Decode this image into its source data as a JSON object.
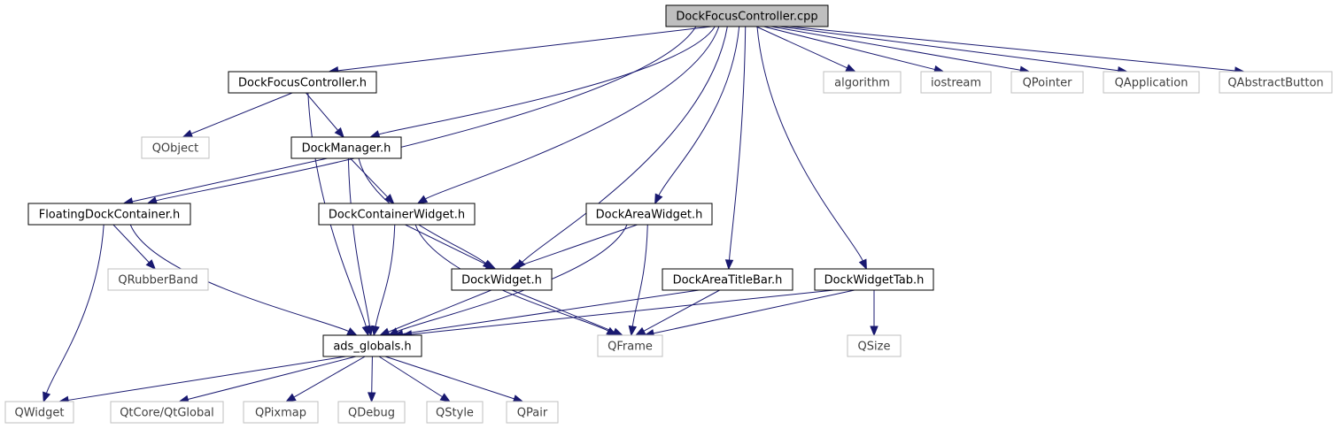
{
  "graph": {
    "colors": {
      "edge": "#191970",
      "root_fill": "#bfbfbf",
      "linked_border": "#000000",
      "external_border": "#bfbfbf",
      "linked_text": "#000000",
      "external_text": "#404040"
    },
    "nodes": [
      {
        "id": "root",
        "label": "DockFocusController.cpp",
        "kind": "root"
      },
      {
        "id": "dfc_h",
        "label": "DockFocusController.h",
        "kind": "linked"
      },
      {
        "id": "algorithm",
        "label": "algorithm",
        "kind": "external"
      },
      {
        "id": "iostream",
        "label": "iostream",
        "kind": "external"
      },
      {
        "id": "qpointer",
        "label": "QPointer",
        "kind": "external"
      },
      {
        "id": "qapplication",
        "label": "QApplication",
        "kind": "external"
      },
      {
        "id": "qabstractbutton",
        "label": "QAbstractButton",
        "kind": "external"
      },
      {
        "id": "qobject",
        "label": "QObject",
        "kind": "external"
      },
      {
        "id": "dockmanager",
        "label": "DockManager.h",
        "kind": "linked"
      },
      {
        "id": "floating",
        "label": "FloatingDockContainer.h",
        "kind": "linked"
      },
      {
        "id": "dockcontainer",
        "label": "DockContainerWidget.h",
        "kind": "linked"
      },
      {
        "id": "dockarea",
        "label": "DockAreaWidget.h",
        "kind": "linked"
      },
      {
        "id": "qrubberband",
        "label": "QRubberBand",
        "kind": "external"
      },
      {
        "id": "dockwidget",
        "label": "DockWidget.h",
        "kind": "linked"
      },
      {
        "id": "dockareatitle",
        "label": "DockAreaTitleBar.h",
        "kind": "linked"
      },
      {
        "id": "dockwidgettab",
        "label": "DockWidgetTab.h",
        "kind": "linked"
      },
      {
        "id": "adsglobals",
        "label": "ads_globals.h",
        "kind": "linked"
      },
      {
        "id": "qframe",
        "label": "QFrame",
        "kind": "external"
      },
      {
        "id": "qsize",
        "label": "QSize",
        "kind": "external"
      },
      {
        "id": "qwidget",
        "label": "QWidget",
        "kind": "external"
      },
      {
        "id": "qtglobal",
        "label": "QtCore/QtGlobal",
        "kind": "external"
      },
      {
        "id": "qpixmap",
        "label": "QPixmap",
        "kind": "external"
      },
      {
        "id": "qdebug",
        "label": "QDebug",
        "kind": "external"
      },
      {
        "id": "qstyle",
        "label": "QStyle",
        "kind": "external"
      },
      {
        "id": "qpair",
        "label": "QPair",
        "kind": "external"
      }
    ],
    "edges": [
      {
        "from": "root",
        "to": "dfc_h"
      },
      {
        "from": "root",
        "to": "algorithm"
      },
      {
        "from": "root",
        "to": "iostream"
      },
      {
        "from": "root",
        "to": "qpointer"
      },
      {
        "from": "root",
        "to": "qapplication"
      },
      {
        "from": "root",
        "to": "qabstractbutton"
      },
      {
        "from": "root",
        "to": "floating"
      },
      {
        "from": "root",
        "to": "dockmanager"
      },
      {
        "from": "root",
        "to": "dockcontainer"
      },
      {
        "from": "root",
        "to": "dockwidget"
      },
      {
        "from": "root",
        "to": "dockarea"
      },
      {
        "from": "root",
        "to": "dockareatitle"
      },
      {
        "from": "root",
        "to": "dockwidgettab"
      },
      {
        "from": "dfc_h",
        "to": "qobject"
      },
      {
        "from": "dfc_h",
        "to": "dockmanager"
      },
      {
        "from": "dfc_h",
        "to": "adsglobals"
      },
      {
        "from": "dockmanager",
        "to": "floating"
      },
      {
        "from": "dockmanager",
        "to": "dockcontainer"
      },
      {
        "from": "dockmanager",
        "to": "dockwidget"
      },
      {
        "from": "dockmanager",
        "to": "adsglobals"
      },
      {
        "from": "floating",
        "to": "qrubberband"
      },
      {
        "from": "floating",
        "to": "qwidget"
      },
      {
        "from": "floating",
        "to": "adsglobals"
      },
      {
        "from": "dockcontainer",
        "to": "dockwidget"
      },
      {
        "from": "dockcontainer",
        "to": "adsglobals"
      },
      {
        "from": "dockcontainer",
        "to": "qframe"
      },
      {
        "from": "dockarea",
        "to": "dockwidget"
      },
      {
        "from": "dockarea",
        "to": "adsglobals"
      },
      {
        "from": "dockarea",
        "to": "qframe"
      },
      {
        "from": "dockwidget",
        "to": "adsglobals"
      },
      {
        "from": "dockwidget",
        "to": "qframe"
      },
      {
        "from": "dockareatitle",
        "to": "adsglobals"
      },
      {
        "from": "dockareatitle",
        "to": "qframe"
      },
      {
        "from": "dockwidgettab",
        "to": "adsglobals"
      },
      {
        "from": "dockwidgettab",
        "to": "qframe"
      },
      {
        "from": "dockwidgettab",
        "to": "qsize"
      },
      {
        "from": "adsglobals",
        "to": "qwidget"
      },
      {
        "from": "adsglobals",
        "to": "qtglobal"
      },
      {
        "from": "adsglobals",
        "to": "qpixmap"
      },
      {
        "from": "adsglobals",
        "to": "qdebug"
      },
      {
        "from": "adsglobals",
        "to": "qstyle"
      },
      {
        "from": "adsglobals",
        "to": "qpair"
      }
    ]
  }
}
